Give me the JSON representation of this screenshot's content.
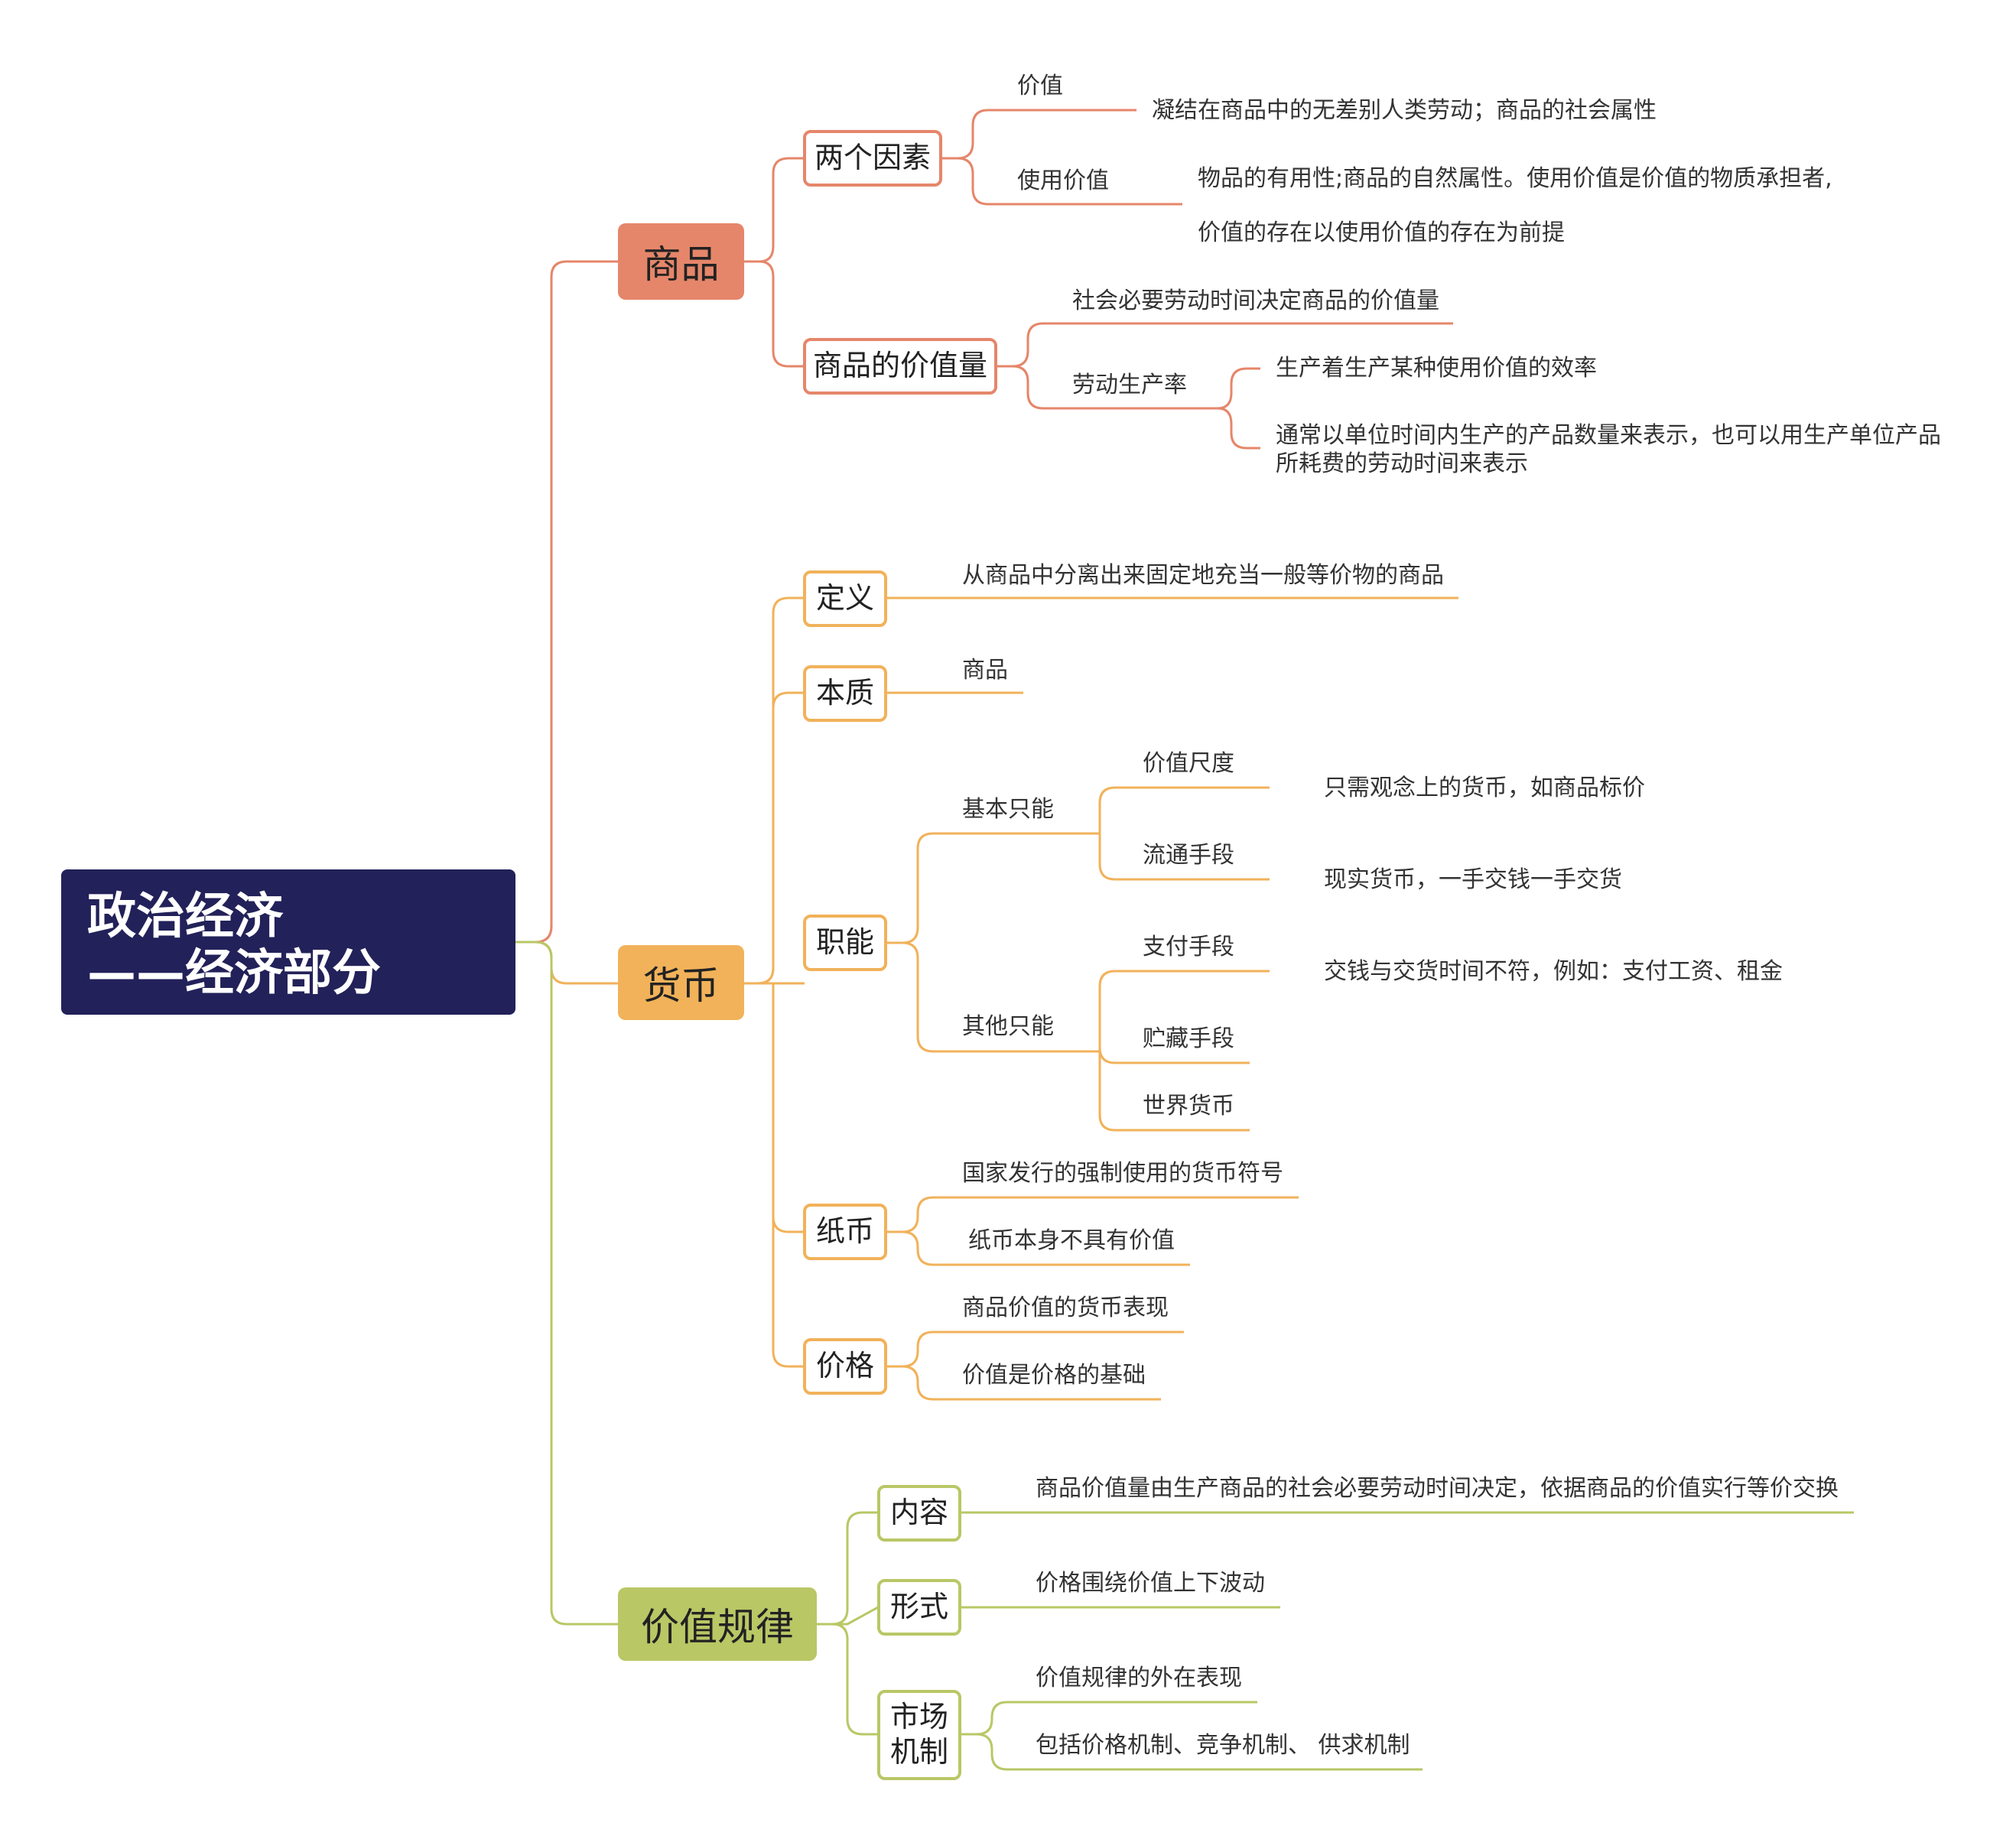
{
  "root": {
    "line1": "政治经济",
    "line2": "——经济部分"
  },
  "branches": [
    {
      "title": "商品",
      "color": "#e5866a",
      "children": [
        {
          "title": "两个因素",
          "items": [
            {
              "label": "价值",
              "desc": "凝结在商品中的无差别人类劳动；商品的社会属性"
            },
            {
              "label": "使用价值",
              "desc_line1": "物品的有用性;商品的自然属性。使用价值是价值的物质承担者,",
              "desc_line2": "价值的存在以使用价值的存在为前提"
            }
          ]
        },
        {
          "title": "商品的价值量",
          "items": [
            {
              "label": "社会必要劳动时间决定商品的价值量"
            },
            {
              "label": "劳动生产率",
              "sub": [
                "生产着生产某种使用价值的效率",
                "通常以单位时间内生产的产品数量来表示，也可以用生产单位产品",
                "所耗费的劳动时间来表示"
              ]
            }
          ]
        }
      ]
    },
    {
      "title": "货币",
      "color": "#f1b25a",
      "children": [
        {
          "title": "定义",
          "items": [
            "从商品中分离出来固定地充当一般等价物的商品"
          ]
        },
        {
          "title": "本质",
          "items": [
            "商品"
          ]
        },
        {
          "title": "职能",
          "groups": [
            {
              "label": "基本只能",
              "items": [
                {
                  "label": "价值尺度",
                  "desc": "只需观念上的货币，如商品标价"
                },
                {
                  "label": "流通手段",
                  "desc": "现实货币，一手交钱一手交货"
                }
              ]
            },
            {
              "label": "其他只能",
              "items": [
                {
                  "label": "支付手段",
                  "desc": "交钱与交货时间不符，例如：支付工资、租金"
                },
                {
                  "label": "贮藏手段"
                },
                {
                  "label": "世界货币"
                }
              ]
            }
          ]
        },
        {
          "title": "纸币",
          "items": [
            "国家发行的强制使用的货币符号",
            "纸币本身不具有价值"
          ]
        },
        {
          "title": "价格",
          "items": [
            "商品价值的货币表现",
            "价值是价格的基础"
          ]
        }
      ]
    },
    {
      "title": "价值规律",
      "color": "#b9c765",
      "children": [
        {
          "title": "内容",
          "items": [
            "商品价值量由生产商品的社会必要劳动时间决定，依据商品的价值实行等价交换"
          ]
        },
        {
          "title": "形式",
          "items": [
            "价格围绕价值上下波动"
          ]
        },
        {
          "title_line1": "市场",
          "title_line2": "机制",
          "items": [
            "价值规律的外在表现",
            "包括价格机制、竞争机制、 供求机制"
          ]
        }
      ]
    }
  ]
}
